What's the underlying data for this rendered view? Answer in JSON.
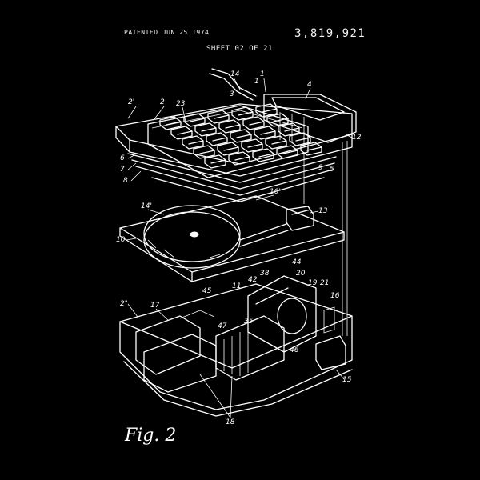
{
  "header": {
    "patented_date": "PATENTED JUN 25 1974",
    "sheet": "SHEET 02 OF 21",
    "patent_number": "3,819,921"
  },
  "figure": {
    "caption": "Fig. 2"
  },
  "reference_numerals": {
    "n1": "1",
    "n2": "2",
    "n2p": "2'",
    "n2pp": "2\"",
    "n3": "3",
    "n4": "4",
    "n5": "5",
    "n6": "6",
    "n7": "7",
    "n8": "8",
    "n9": "9",
    "n10": "10",
    "n10p": "10'",
    "n11": "11",
    "n12": "12",
    "n13": "13",
    "n14": "14",
    "n14p": "14'",
    "n15": "15",
    "n16": "16",
    "n17": "17",
    "n18": "18",
    "n19": "19",
    "n20": "20",
    "n21": "21",
    "n23": "23",
    "n35": "35",
    "n38": "38",
    "n42": "42",
    "n44": "44",
    "n45": "45",
    "n46": "46",
    "n47": "47"
  },
  "colors": {
    "background": "#000000",
    "ink": "#ffffff"
  }
}
